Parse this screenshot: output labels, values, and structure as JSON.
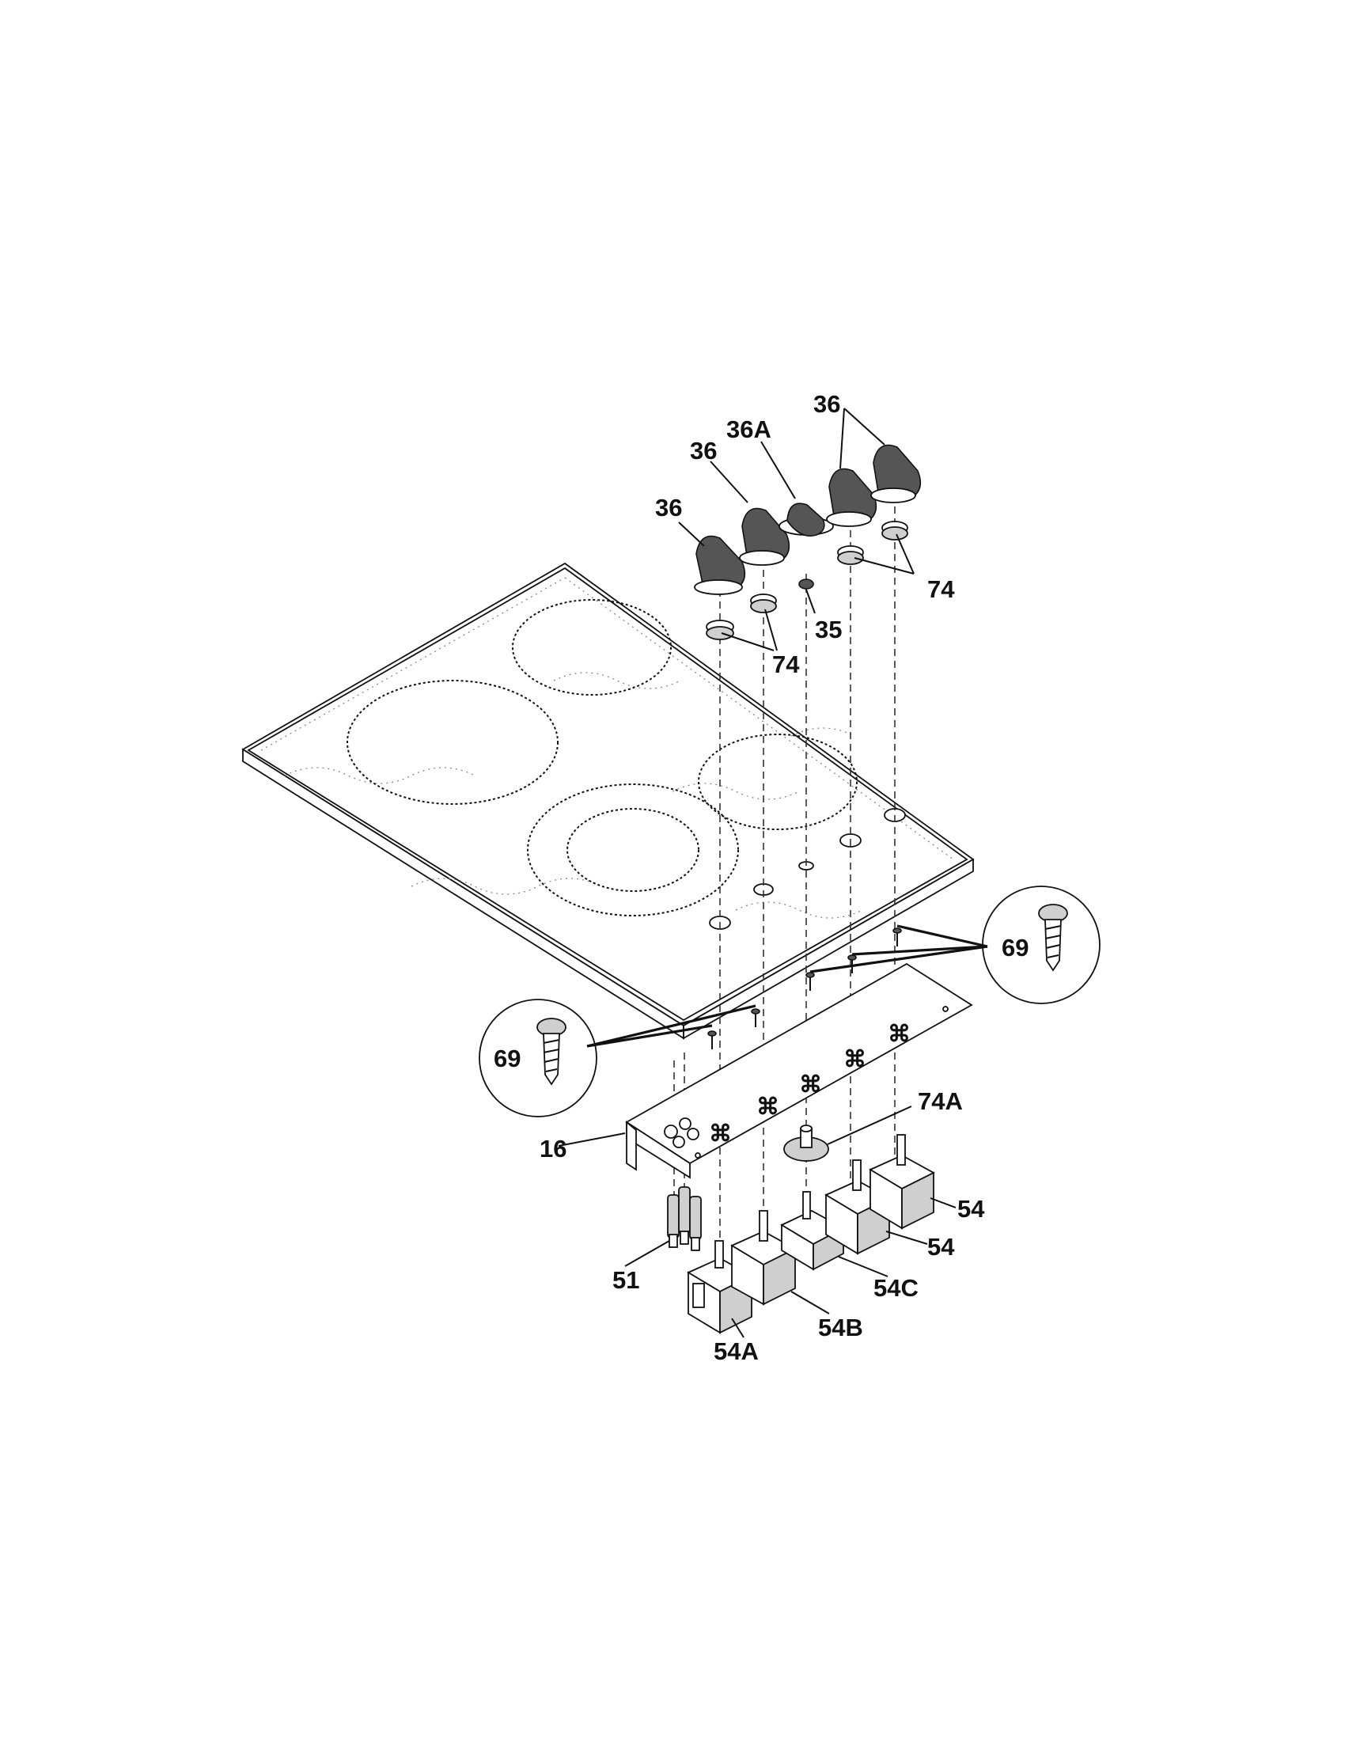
{
  "labels": {
    "knob_36_a": "36",
    "knob_36_b": "36",
    "knob_36_c": "36",
    "knob_36A": "36A",
    "grommet_74_left": "74",
    "grommet_74_right": "74",
    "part_35": "35",
    "screw_69_left": "69",
    "screw_69_right": "69",
    "bracket_16": "16",
    "part_74A": "74A",
    "part_51": "51",
    "switch_54_a": "54",
    "switch_54_b": "54",
    "switch_54C": "54C",
    "switch_54B": "54B",
    "switch_54A": "54A"
  },
  "colors": {
    "line": "#111111",
    "part_fill": "#cfcfcf",
    "background": "#ffffff"
  }
}
